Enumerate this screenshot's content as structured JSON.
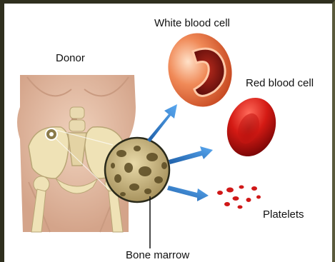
{
  "labels": {
    "donor": "Donor",
    "white_blood_cell": "White blood cell",
    "red_blood_cell": "Red blood cell",
    "platelets": "Platelets",
    "bone_marrow": "Bone marrow"
  },
  "colors": {
    "skin": "#e8c3a8",
    "skin_shadow": "#c99a80",
    "bone": "#efe2b6",
    "bone_shadow": "#c9b88a",
    "arrow": "#2f7fd0",
    "white_cell": "#e87a4a",
    "red_cell": "#c81818",
    "frame": "#2f2f1e"
  }
}
